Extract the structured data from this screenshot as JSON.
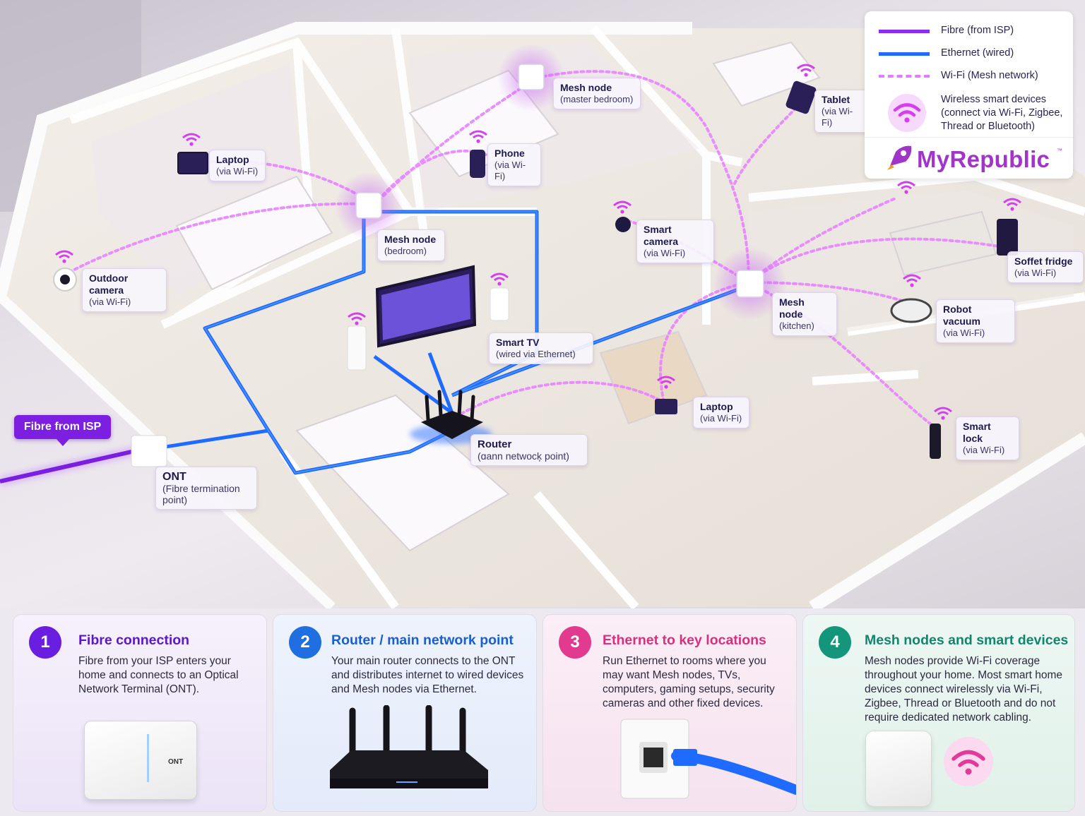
{
  "legend": {
    "fibre": "Fibre (from ISP)",
    "ethernet": "Ethernet (wired)",
    "wifi": "Wi-Fi (Mesh network)",
    "wireless_devices": "Wireless smart devices (connect via Wi-Fi, Zigbee, Thread or Bluetooth)",
    "brand": "MyRepublic",
    "brand_tm": "™"
  },
  "colors": {
    "fibre": "#8b2cf5",
    "ethernet": "#1f6bff",
    "wifi": "#e27bff",
    "step1": "#6a1fe0",
    "step2": "#1f6fe0",
    "step3": "#e13a8e",
    "step4": "#14967a"
  },
  "fibre_badge": "Fibre from ISP",
  "labels": {
    "laptop_bedroom": {
      "title": "Laptop",
      "sub": "(via Wi-Fi)"
    },
    "phone": {
      "title": "Phone",
      "sub": "(via Wi-Fi)"
    },
    "mesh_master": {
      "title": "Mesh node",
      "sub": "(master bedroom)"
    },
    "tablet": {
      "title": "Tablet",
      "sub": "(via Wi-Fi)"
    },
    "mesh_bedroom": {
      "title": "Mesh node",
      "sub": "(bedroom)"
    },
    "outdoor_camera": {
      "title": "Outdoor camera",
      "sub": "(via Wi-Fi)"
    },
    "smart_camera": {
      "title": "Smart camera",
      "sub": "(via Wi-Fi)"
    },
    "smart_fridge": {
      "title": "Soffet fridge",
      "sub": "(via Wi-Fi)"
    },
    "mesh_kitchen": {
      "title": "Mesh node",
      "sub": "(kitchen)"
    },
    "robot_vacuum": {
      "title": "Robot vacuum",
      "sub": "(via Wi-Fi)"
    },
    "smart_tv": {
      "title": "Smart TV",
      "sub": "(wired via Ethernet)"
    },
    "laptop_dining": {
      "title": "Laptop",
      "sub": "(via Wi-Fi)"
    },
    "smart_lock": {
      "title": "Smart lock",
      "sub": "(via Wi-Fi)"
    },
    "router": {
      "title": "Router",
      "sub": "(ɑann netwocķ point)"
    },
    "ont": {
      "title": "ONT",
      "sub": "(Fibre termination point)"
    }
  },
  "steps": [
    {
      "num": "1",
      "title": "Fibre connection",
      "body": "Fibre from your ISP enters your home and connects to an Optical Network Terminal (ONT).",
      "device_label": "ONT"
    },
    {
      "num": "2",
      "title": "Router / main network point",
      "body": "Your main router connects to the ONT and distributes internet to wired devices and Mesh nodes via Ethernet."
    },
    {
      "num": "3",
      "title": "Ethernet to key locations",
      "body": "Run Ethernet to rooms where you may want Mesh nodes, TVs, computers, gaming setups, security cameras and other fixed devices."
    },
    {
      "num": "4",
      "title": "Mesh nodes and smart devices",
      "body": "Mesh nodes provide Wi-Fi coverage throughout your home. Most smart home devices connect wirelessly via Wi-Fi, Zigbee, Thread or Bluetooth and do not require dedicated network cabling."
    }
  ]
}
